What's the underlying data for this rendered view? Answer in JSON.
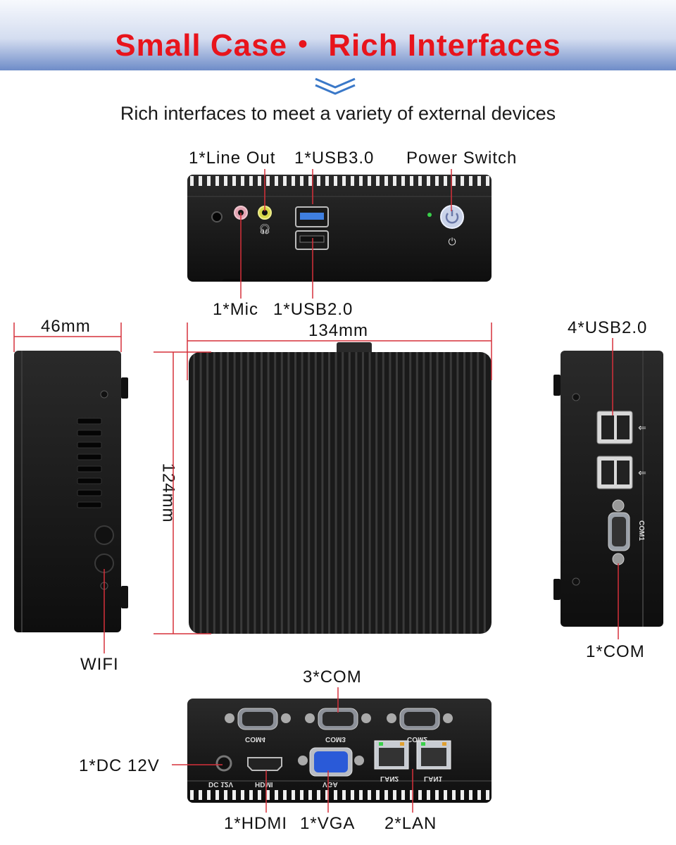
{
  "banner": {
    "title": "Small Case・ Rich Interfaces"
  },
  "subtitle": "Rich interfaces to meet a variety of external devices",
  "front": {
    "line_out": "1*Line Out",
    "usb3": "1*USB3.0",
    "power_switch": "Power Switch",
    "mic": "1*Mic",
    "usb2": "1*USB2.0"
  },
  "dimensions": {
    "depth": "46mm",
    "width": "134mm",
    "length": "124mm"
  },
  "side_left": {
    "wifi": "WIFI"
  },
  "side_right": {
    "usb2": "4*USB2.0",
    "com": "1*COM",
    "port_marking": "COM1"
  },
  "rear": {
    "com": "3*COM",
    "dc": "1*DC 12V",
    "hdmi": "1*HDMI",
    "vga": "1*VGA",
    "lan": "2*LAN",
    "markings": {
      "com4": "COM4",
      "com3": "COM3",
      "com2": "COM2",
      "dc12v": "DC 12V",
      "hdmi": "HDMI",
      "vga": "VGA",
      "lan2": "LAN2",
      "lan1": "LAN1"
    }
  },
  "colors": {
    "title_red": "#e8141c",
    "callout_red": "#d6303a",
    "banner_blue": "#6e8cc8",
    "device": "#151515"
  }
}
